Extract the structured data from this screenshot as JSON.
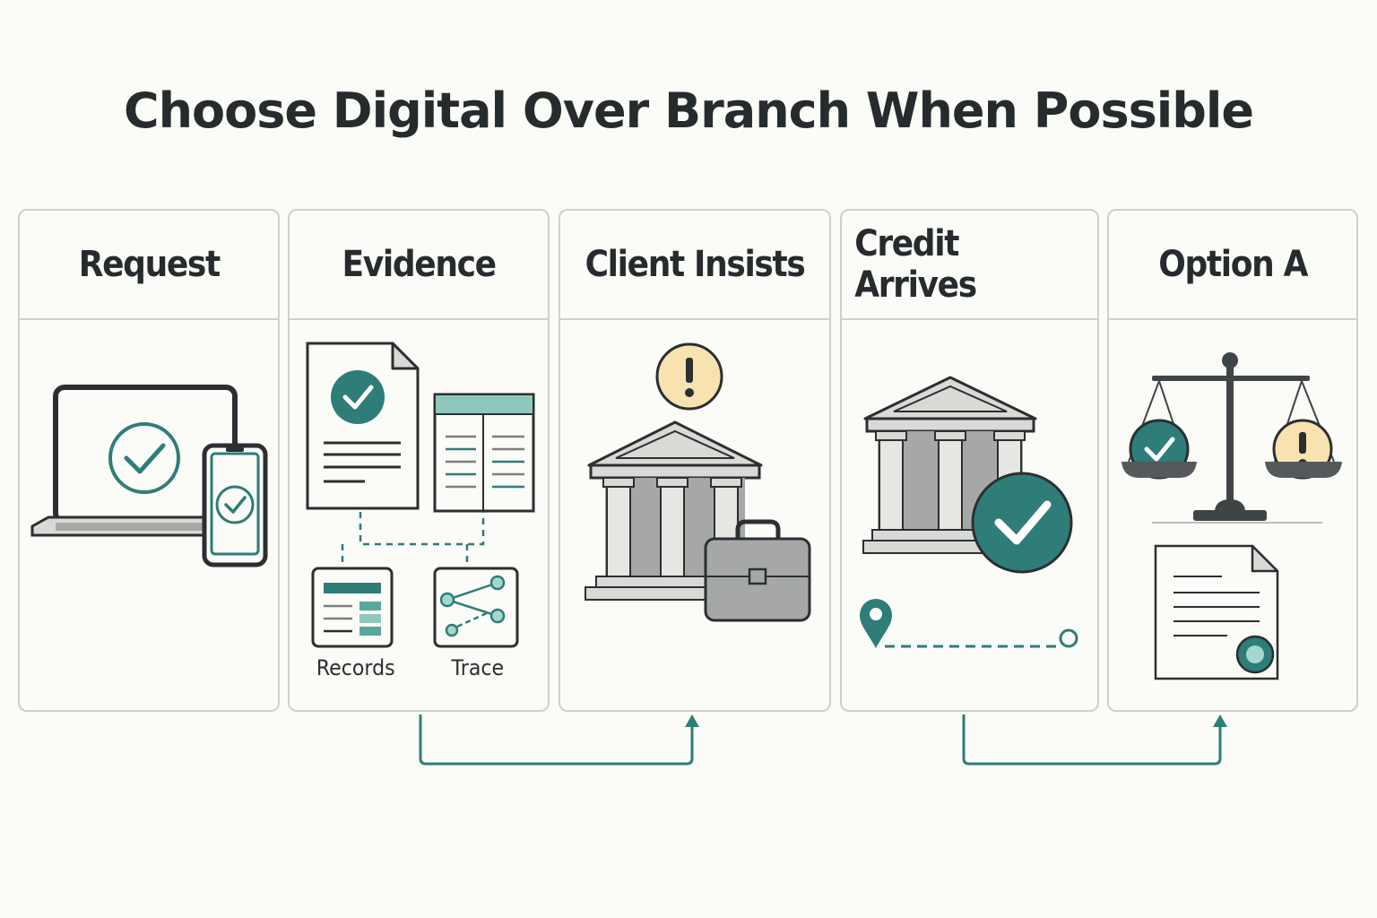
{
  "title": "Choose Digital Over Branch When Possible",
  "colors": {
    "accent": "#2e7d78",
    "accent_light": "#a6d6cf",
    "warning_fill": "#f8e3b0",
    "ink": "#2b2f31",
    "stone": "#d9d9d6"
  },
  "steps": [
    {
      "title": "Request",
      "icon": "laptop-phone-checkmark-icon"
    },
    {
      "title": "Evidence",
      "icon": "document-table-icon",
      "sub_items": [
        "Records",
        "Trace"
      ]
    },
    {
      "title": "Client Insists",
      "icon": "bank-briefcase-warning-icon"
    },
    {
      "title": "Credit Arrives",
      "icon": "bank-checkmark-route-icon"
    },
    {
      "title": "Option A",
      "icon": "balance-scale-document-icon"
    }
  ]
}
